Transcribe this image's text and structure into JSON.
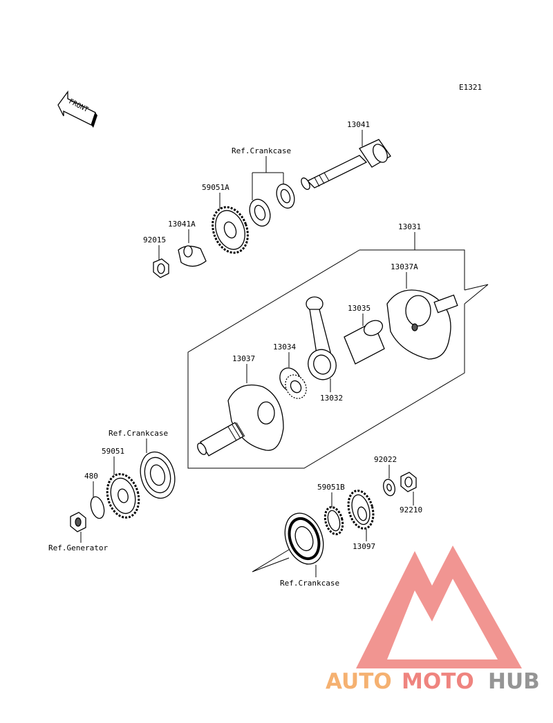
{
  "diagram": {
    "code": "E1321",
    "front_label": "FRONT",
    "labels": {
      "p13041": "13041",
      "ref_crankcase_top": "Ref.Crankcase",
      "p59051A": "59051A",
      "p13041A": "13041A",
      "p92015": "92015",
      "p13031": "13031",
      "p13037A": "13037A",
      "p13035": "13035",
      "p13034": "13034",
      "p13037": "13037",
      "p13032": "13032",
      "ref_crankcase_left": "Ref.Crankcase",
      "p59051": "59051",
      "p480": "480",
      "ref_generator": "Ref.Generator",
      "p92022": "92022",
      "p59051B": "59051B",
      "p92210": "92210",
      "p13097": "13097",
      "ref_crankcase_bottom": "Ref.Crankcase"
    }
  },
  "watermark": {
    "part1": "AUTO",
    "part2": "MOTO",
    "part3": "HUB",
    "colors": {
      "orange": "#f5a962",
      "red": "#ee7772",
      "gray": "#8a8a8a",
      "triangle": "#f08a86"
    }
  }
}
